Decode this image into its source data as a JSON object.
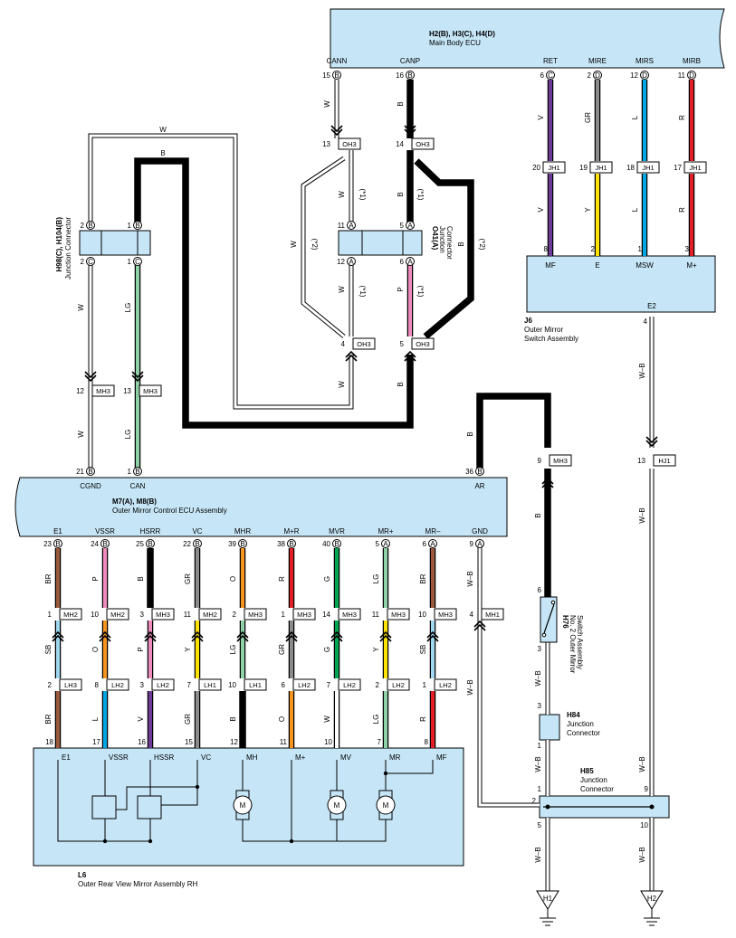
{
  "colors": {
    "W": "#ffffff",
    "B": "#000000",
    "LG": "#8ed1a6",
    "P": "#f08cbd",
    "V": "#6c3b97",
    "GR": "#8b8b8b",
    "Y": "#ffe200",
    "L": "#00a7e5",
    "R": "#e31e24",
    "BR": "#9b5a3c",
    "SB": "#9fd7f0",
    "O": "#f7941d",
    "G": "#00a651",
    "box": "#c6e6f7"
  },
  "ecu_main": {
    "id": "H2(B), H3(C), H4(D)",
    "name": "Main Body ECU",
    "pins": [
      {
        "label": "CANN",
        "num": "15",
        "letter": "B",
        "wire": "W",
        "conn": "OH3",
        "conn_pin": "13"
      },
      {
        "label": "CANP",
        "num": "16",
        "letter": "B",
        "wire": "B",
        "conn": "OH3",
        "conn_pin": "14"
      },
      {
        "label": "RET",
        "num": "6",
        "letter": "C",
        "wire": "V",
        "conn": "JH1",
        "conn_pin": "20"
      },
      {
        "label": "MIRE",
        "num": "2",
        "letter": "D",
        "wire": "GR",
        "conn": "JH1",
        "conn_pin": "19"
      },
      {
        "label": "MIRS",
        "num": "12",
        "letter": "D",
        "wire": "L",
        "conn": "JH1",
        "conn_pin": "18"
      },
      {
        "label": "MIRB",
        "num": "11",
        "letter": "D",
        "wire": "R",
        "conn": "JH1",
        "conn_pin": "17"
      }
    ]
  },
  "switch_j6": {
    "id": "J6",
    "name_line1": "Outer Mirror",
    "name_line2": "Switch Assembly",
    "pins": [
      {
        "label": "MF",
        "num": "8",
        "wire": "V"
      },
      {
        "label": "E",
        "num": "2",
        "wire": "Y"
      },
      {
        "label": "MSW",
        "num": "1",
        "wire": "L"
      },
      {
        "label": "M+",
        "num": "3",
        "wire": "R"
      }
    ],
    "e2_label": "E2",
    "e2_num": "4",
    "e2_wire": "W–B"
  },
  "jc_h98": {
    "id": "H98(C), H104(B)",
    "name": "Junction Connector",
    "top_pins": [
      {
        "num": "2",
        "letter": "B"
      },
      {
        "num": "1",
        "letter": "B"
      }
    ],
    "bot_pins": [
      {
        "num": "2",
        "letter": "C"
      },
      {
        "num": "1",
        "letter": "C"
      }
    ]
  },
  "jc_o41": {
    "id": "O41(A)",
    "name_line1": "Junction",
    "name_line2": "Connector",
    "top_pins": [
      {
        "num": "11",
        "letter": "A"
      },
      {
        "num": "5",
        "letter": "A"
      }
    ],
    "bot_pins": [
      {
        "num": "12",
        "letter": "A"
      },
      {
        "num": "6",
        "letter": "A"
      }
    ],
    "note1": "(*1)",
    "note2": "(*2)",
    "lower_conn": [
      {
        "num": "4",
        "conn": "OH3"
      },
      {
        "num": "5",
        "conn": "OH3"
      }
    ]
  },
  "wire_labels": {
    "w": "W",
    "b": "B",
    "lg": "LG",
    "p": "P",
    "wb": "W–B"
  },
  "mh3_left": [
    {
      "num": "12",
      "conn": "MH3",
      "wire": "W"
    },
    {
      "num": "13",
      "conn": "MH3",
      "wire": "LG"
    }
  ],
  "ecu_mirror": {
    "id": "M7(A), M8(B)",
    "name": "Outer Mirror Control ECU Assembly",
    "top_pins": [
      {
        "label": "CGND",
        "num": "21",
        "letter": "B"
      },
      {
        "label": "CAN",
        "num": "1",
        "letter": "B"
      },
      {
        "label": "AR",
        "num": "36",
        "letter": "B"
      }
    ],
    "bottom_pins": [
      {
        "label": "E1",
        "num": "23",
        "letter": "B",
        "w1": "BR",
        "c1n": "1",
        "c1": "MH2",
        "w2": "SB",
        "c2n": "2",
        "c2": "LH3",
        "w3": "BR",
        "pin": "18",
        "plabel": "E1"
      },
      {
        "label": "VSSR",
        "num": "24",
        "letter": "B",
        "w1": "P",
        "c1n": "10",
        "c1": "MH2",
        "w2": "O",
        "c2n": "8",
        "c2": "LH2",
        "w3": "L",
        "pin": "17",
        "plabel": "VSSR"
      },
      {
        "label": "HSRR",
        "num": "25",
        "letter": "B",
        "w1": "B",
        "c1n": "3",
        "c1": "MH3",
        "w2": "P",
        "c2n": "3",
        "c2": "LH2",
        "w3": "V",
        "pin": "16",
        "plabel": "HSSR"
      },
      {
        "label": "VC",
        "num": "22",
        "letter": "B",
        "w1": "GR",
        "c1n": "11",
        "c1": "MH2",
        "w2": "Y",
        "c2n": "7",
        "c2": "LH1",
        "w3": "GR",
        "pin": "15",
        "plabel": "VC"
      },
      {
        "label": "MHR",
        "num": "39",
        "letter": "B",
        "w1": "O",
        "c1n": "2",
        "c1": "MH3",
        "w2": "LG",
        "c2n": "10",
        "c2": "LH1",
        "w3": "B",
        "pin": "12",
        "plabel": "MH"
      },
      {
        "label": "M+R",
        "num": "38",
        "letter": "B",
        "w1": "R",
        "c1n": "1",
        "c1": "MH3",
        "w2": "GR",
        "c2n": "6",
        "c2": "LH2",
        "w3": "O",
        "pin": "11",
        "plabel": "M+"
      },
      {
        "label": "MVR",
        "num": "40",
        "letter": "B",
        "w1": "G",
        "c1n": "14",
        "c1": "MH3",
        "w2": "G",
        "c2n": "7",
        "c2": "LH2",
        "w3": "W",
        "pin": "10",
        "plabel": "MV"
      },
      {
        "label": "MR+",
        "num": "5",
        "letter": "A",
        "w1": "LG",
        "c1n": "11",
        "c1": "MH3",
        "w2": "Y",
        "c2n": "2",
        "c2": "LH2",
        "w3": "LG",
        "pin": "7",
        "plabel": "MR"
      },
      {
        "label": "MR–",
        "num": "6",
        "letter": "A",
        "w1": "BR",
        "c1n": "10",
        "c1": "MH3",
        "w2": "SB",
        "c2n": "1",
        "c2": "LH2",
        "w3": "R",
        "pin": "8",
        "plabel": "MF"
      }
    ],
    "gnd": {
      "label": "GND",
      "num": "9",
      "letter": "A",
      "conn_num": "4",
      "conn": "MH1"
    }
  },
  "mirror_l6": {
    "id": "L6",
    "name": "Outer Rear View Mirror Assembly RH",
    "motor_label": "M"
  },
  "ar_path": {
    "conn_num": "9",
    "conn": "MH3"
  },
  "h76": {
    "id": "H76",
    "name_line1": "No. 2 Outer Mirror",
    "name_line2": "Switch Assembly",
    "pin_top": "6",
    "pin_bot": "3"
  },
  "h84": {
    "id": "H84",
    "name_line1": "Junction",
    "name_line2": "Connector",
    "pin_top": "3",
    "pin_bot": "1"
  },
  "h85": {
    "id": "H85",
    "name_line1": "Junction",
    "name_line2": "Connector",
    "pins": [
      "1",
      "9",
      "2",
      "5",
      "10"
    ]
  },
  "hj1": {
    "num": "13",
    "conn": "HJ1"
  },
  "grounds": [
    {
      "label": "H1"
    },
    {
      "label": "H2"
    }
  ]
}
